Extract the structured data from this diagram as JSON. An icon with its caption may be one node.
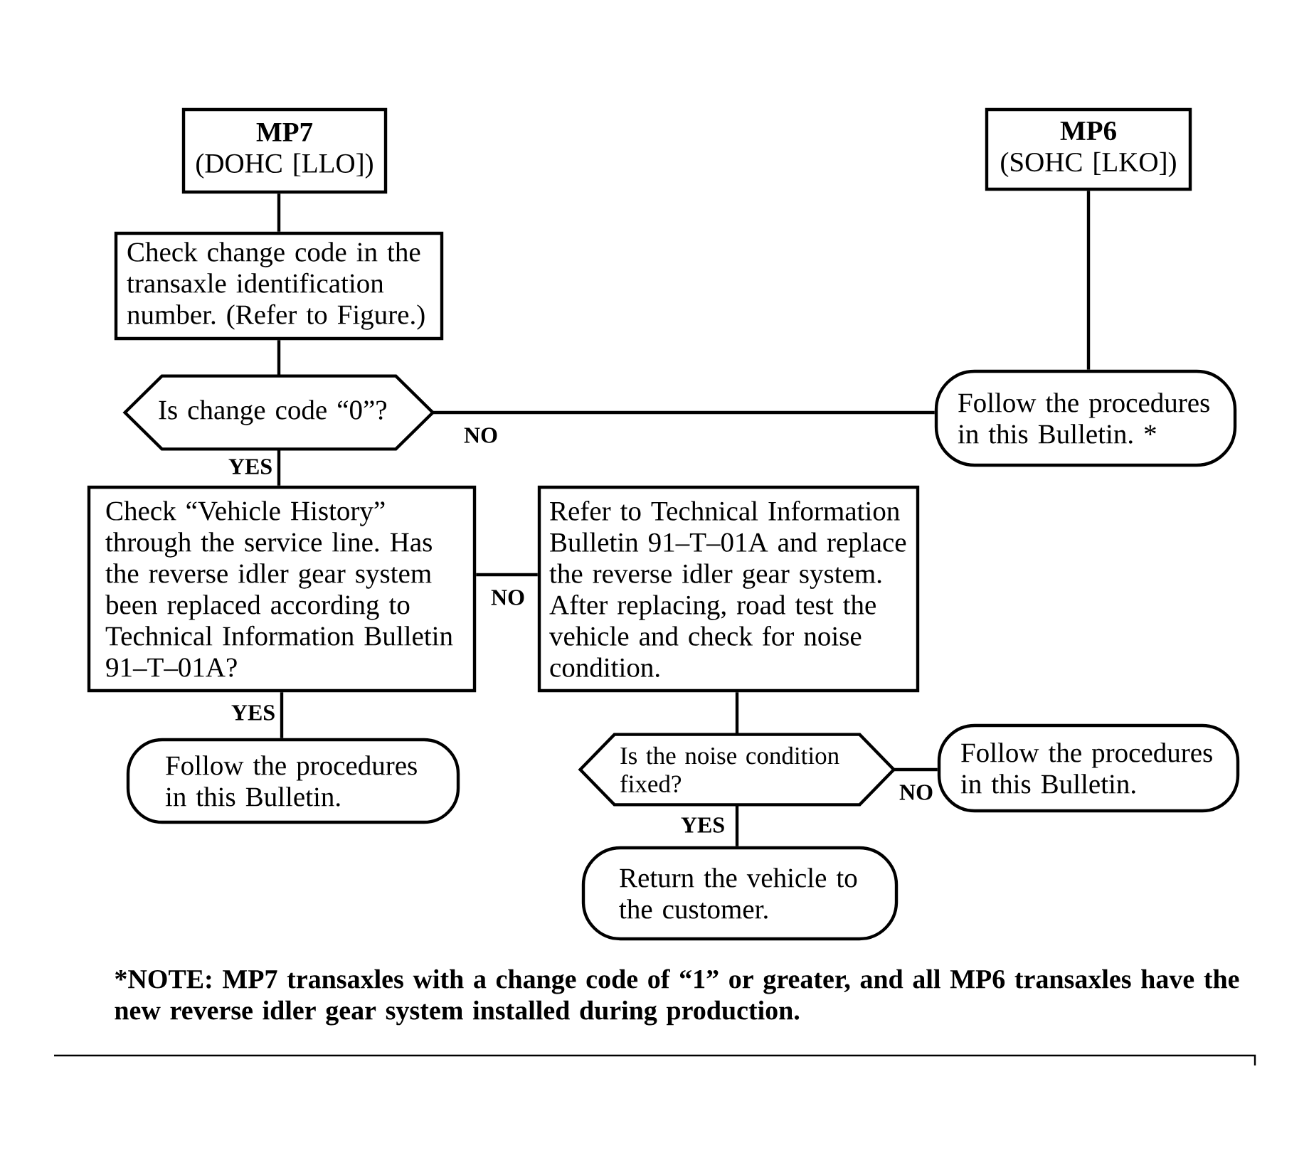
{
  "diagram": {
    "nodes": [
      {
        "text": [
          "MP7",
          "(DOHC [LLO])"
        ]
      },
      {
        "text": [
          "MP6",
          "(SOHC [LKO])"
        ]
      },
      {
        "text": [
          "Check change code in the transaxle identification number. (Refer to Figure.)"
        ]
      },
      {
        "text": [
          "Is change code “0”?"
        ]
      },
      {
        "text": [
          "Follow the procedures in this Bulletin. *"
        ]
      },
      {
        "text": [
          "Check “Vehicle History” through the service line. Has the reverse idler gear system been replaced according to Technical Information Bulletin 91–T–01A?"
        ]
      },
      {
        "text": [
          "Refer to Technical Information Bulletin 91–T–01A and replace the reverse idler gear system. After replacing, road test the vehicle and check for noise condition."
        ]
      },
      {
        "text": [
          "Follow the procedures in this Bulletin."
        ]
      },
      {
        "text": [
          "Is the noise condition fixed?"
        ]
      },
      {
        "text": [
          "Follow the procedures in this Bulletin."
        ]
      },
      {
        "text": [
          "Return the vehicle to the customer."
        ]
      }
    ],
    "edges": [
      {
        "from": 0,
        "to": 2,
        "arrow": "none"
      },
      {
        "from": 1,
        "to": 4,
        "arrow": "none"
      },
      {
        "from": 2,
        "to": 3,
        "arrow": "none"
      },
      {
        "from": 3,
        "to": 4,
        "arrow": "none",
        "label": "NO"
      },
      {
        "from": 3,
        "to": 5,
        "arrow": "none",
        "label": "YES"
      },
      {
        "from": 5,
        "to": 6,
        "arrow": "none",
        "label": "NO"
      },
      {
        "from": 5,
        "to": 7,
        "arrow": "none",
        "label": "YES"
      },
      {
        "from": 6,
        "to": 8,
        "arrow": "none"
      },
      {
        "from": 8,
        "to": 9,
        "arrow": "none",
        "label": "NO"
      },
      {
        "from": 8,
        "to": 10,
        "arrow": "none",
        "label": "YES"
      }
    ],
    "labels": [
      "*NOTE: MP7 transaxles with a change code of “1” or greater, and all MP6 transaxles have the new reverse idler gear system installed during production."
    ]
  }
}
